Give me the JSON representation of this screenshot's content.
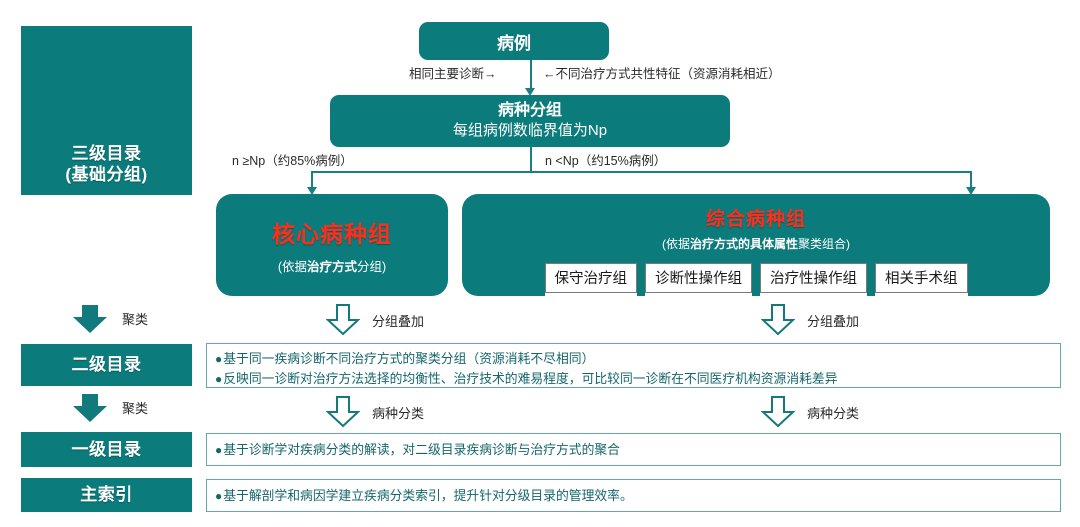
{
  "diagram": {
    "title": "病种分组目录分级结构图",
    "accent_teal": "#0b7b7b",
    "accent_red": "#ff2d1a",
    "line_color": "#1a7f82",
    "content_text_color": "#14666b"
  },
  "levels": [
    {
      "key": "level3",
      "label_line1": "三级目录",
      "label_line2": "(基础分组)"
    },
    {
      "key": "level2",
      "label_line1": "二级目录",
      "label_line2": ""
    },
    {
      "key": "level1",
      "label_line1": "一级目录",
      "label_line2": ""
    },
    {
      "key": "main_index",
      "label_line1": "主索引",
      "label_line2": ""
    }
  ],
  "flow": {
    "case_node": "病例",
    "edge_left": "相同主要诊断→",
    "edge_right": "←不同治疗方式共性特征（资源消耗相近）",
    "group_node_title": "病种分组",
    "group_node_sub": "每组病例数临界值为Np",
    "branch_left": "n ≥Np（约85%病例）",
    "branch_right": "n <Np（约15%病例）"
  },
  "core_group": {
    "title": "核心病种组",
    "subtitle_prefix": "(依据",
    "subtitle_bold": "治疗方式",
    "subtitle_suffix": "分组)"
  },
  "comprehensive_group": {
    "title": "综合病种组",
    "subtitle_prefix": "(依据",
    "subtitle_bold": "治疗方式的具体属性",
    "subtitle_suffix": "聚类组合)",
    "chips": [
      "保守治疗组",
      "诊断性操作组",
      "治疗性操作组",
      "相关手术组"
    ]
  },
  "arrows": {
    "cluster_label": "聚类",
    "stack_label": "分组叠加",
    "classify_label": "病种分类"
  },
  "content": {
    "level2_bullets": [
      "基于同一疾病诊断不同治疗方式的聚类分组（资源消耗不尽相同）",
      "反映同一诊断对治疗方法选择的均衡性、治疗技术的难易程度，可比较同一诊断在不同医疗机构资源消耗差异"
    ],
    "level1_bullets": [
      "基于诊断学对疾病分类的解读，对二级目录疾病诊断与治疗方式的聚合"
    ],
    "main_index_bullets": [
      "基于解剖学和病因学建立疾病分类索引，提升针对分级目录的管理效率。"
    ]
  }
}
